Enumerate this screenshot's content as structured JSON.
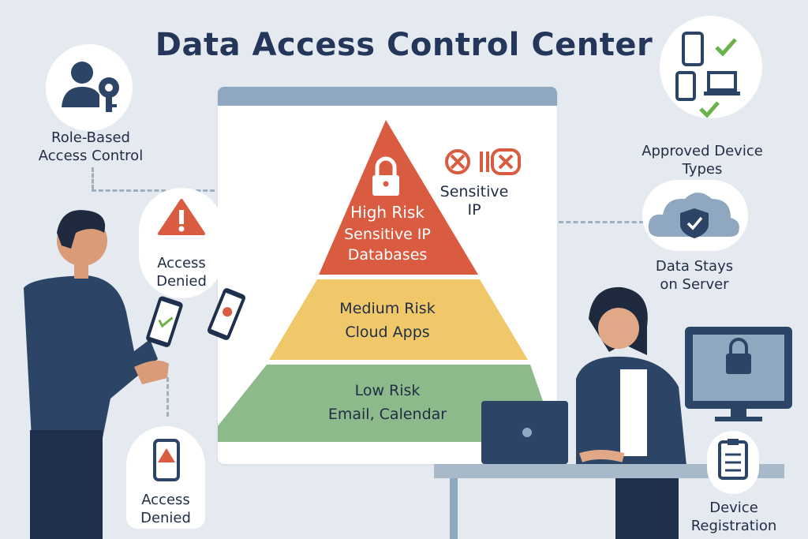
{
  "title": "Data Access Control Center",
  "pyramid": {
    "high": {
      "label": "High Risk",
      "items": [
        "Sensitive IP",
        "Databases"
      ],
      "color": "#d95c41"
    },
    "medium": {
      "label": "Medium Risk",
      "items": [
        "Cloud Apps"
      ],
      "color": "#f0c86a"
    },
    "low": {
      "label": "Low Risk",
      "items": [
        "Email, Calendar"
      ],
      "color": "#8dba8b"
    },
    "sensitive_ip_label": [
      "Sensitive",
      "IP"
    ]
  },
  "callouts": {
    "rbac": [
      "Role-Based",
      "Access Control"
    ],
    "approved_devices": [
      "Approved Device",
      "Types"
    ],
    "data_stays": [
      "Data Stays",
      "on Server"
    ],
    "access_denied_bubble": [
      "Access",
      "Denied"
    ],
    "access_denied_bottom": [
      "Access",
      "Denied"
    ],
    "device_registration": [
      "Device",
      "Registration"
    ]
  },
  "colors": {
    "background": "#e4eaf0",
    "title": "#24365a",
    "accent_red": "#d95c41",
    "green_check": "#6cb24a",
    "navy": "#2c4466"
  }
}
